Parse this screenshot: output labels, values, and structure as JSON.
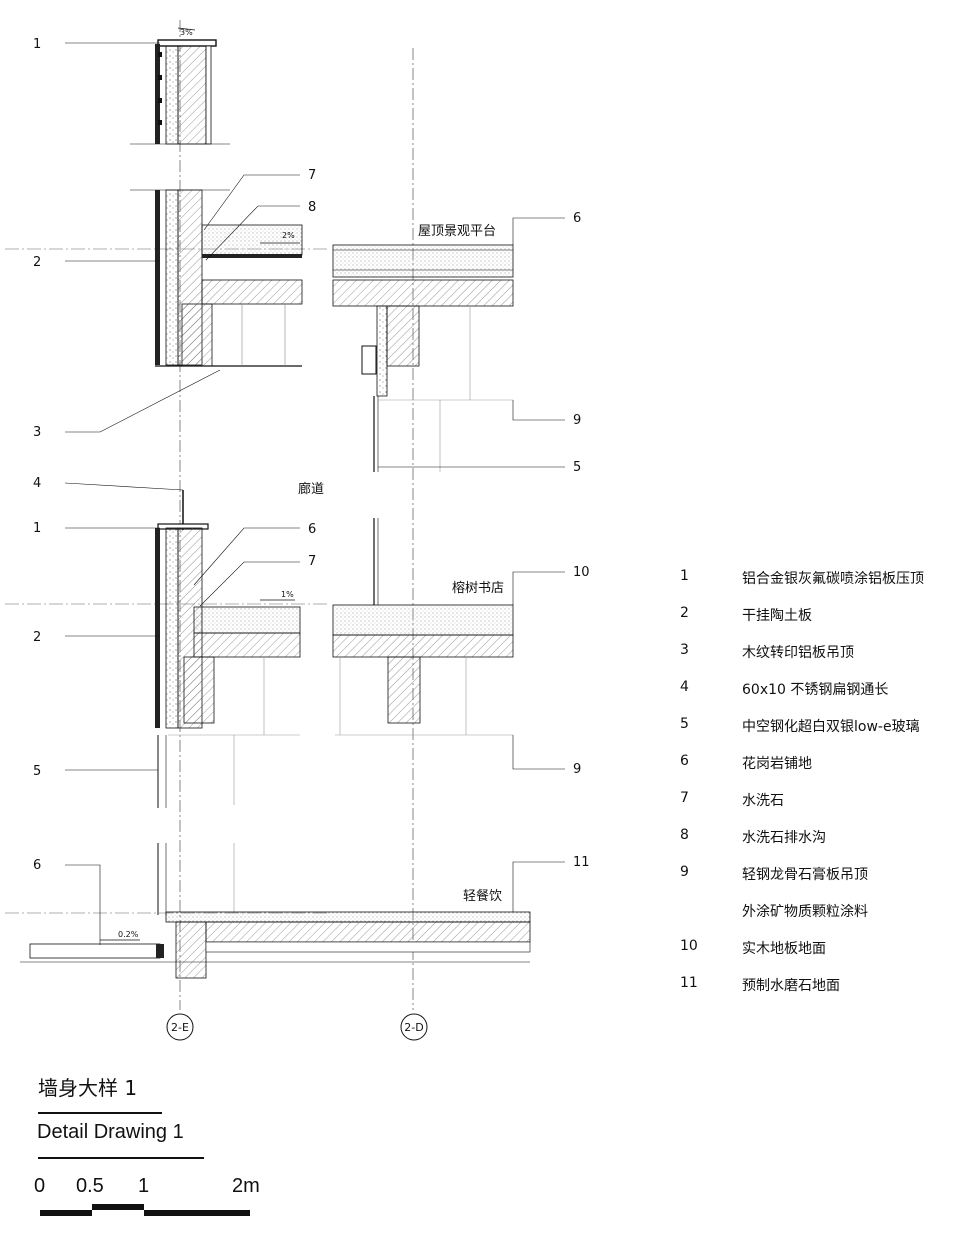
{
  "callouts": {
    "top": [
      "1",
      "7",
      "8",
      "6",
      "2",
      "3",
      "9",
      "5",
      "4"
    ],
    "mid": [
      "1",
      "6",
      "7",
      "10",
      "2",
      "9",
      "5"
    ],
    "bottom": [
      "6",
      "11"
    ]
  },
  "slopes": {
    "parapet": "3%",
    "roof": "2%",
    "corridor": "1%",
    "ground": "0.2%"
  },
  "spaces": {
    "roof_terrace": "屋顶景观平台",
    "corridor": "廊道",
    "bookstore": "榕树书店",
    "cafe": "轻餐饮"
  },
  "axes": {
    "left": "2-E",
    "right": "2-D"
  },
  "legend": [
    {
      "n": "1",
      "d": "铝合金银灰氟碳喷涂铝板压顶"
    },
    {
      "n": "2",
      "d": "干挂陶土板"
    },
    {
      "n": "3",
      "d": "木纹转印铝板吊顶"
    },
    {
      "n": "4",
      "d": "60x10 不锈钢扁钢通长"
    },
    {
      "n": "5",
      "d": "中空钢化超白双银low-e玻璃"
    },
    {
      "n": "6",
      "d": "花岗岩铺地"
    },
    {
      "n": "7",
      "d": "水洗石"
    },
    {
      "n": "8",
      "d": "水洗石排水沟"
    },
    {
      "n": "9",
      "d": "轻钢龙骨石膏板吊顶"
    },
    {
      "n": "",
      "d": "外涂矿物质颗粒涂料"
    },
    {
      "n": "10",
      "d": "实木地板地面"
    },
    {
      "n": "11",
      "d": "预制水磨石地面"
    }
  ],
  "title": {
    "cn": "墙身大样 1",
    "en": "Detail Drawing 1"
  },
  "scale": {
    "labels": [
      "0",
      "0.5",
      "1",
      "2m"
    ]
  }
}
